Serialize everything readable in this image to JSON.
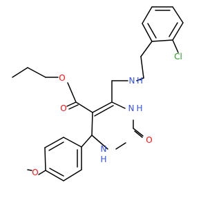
{
  "molecule": {
    "atoms": {
      "O_ester_dbl": "O",
      "O_ester_sgl": "O",
      "N_amine": "N",
      "H_amine": "H",
      "Cl": "Cl",
      "N_ring_top": "N",
      "H_ring_top": "H",
      "N_ring_bot": "N",
      "H_ring_bot": "H",
      "O_carbonyl": "O",
      "O_methoxy": "O"
    },
    "colors": {
      "oxygen": "#ff0d0d",
      "nitrogen": "#3050f8",
      "chlorine": "#1fa01f",
      "carbon": "#000000"
    }
  }
}
